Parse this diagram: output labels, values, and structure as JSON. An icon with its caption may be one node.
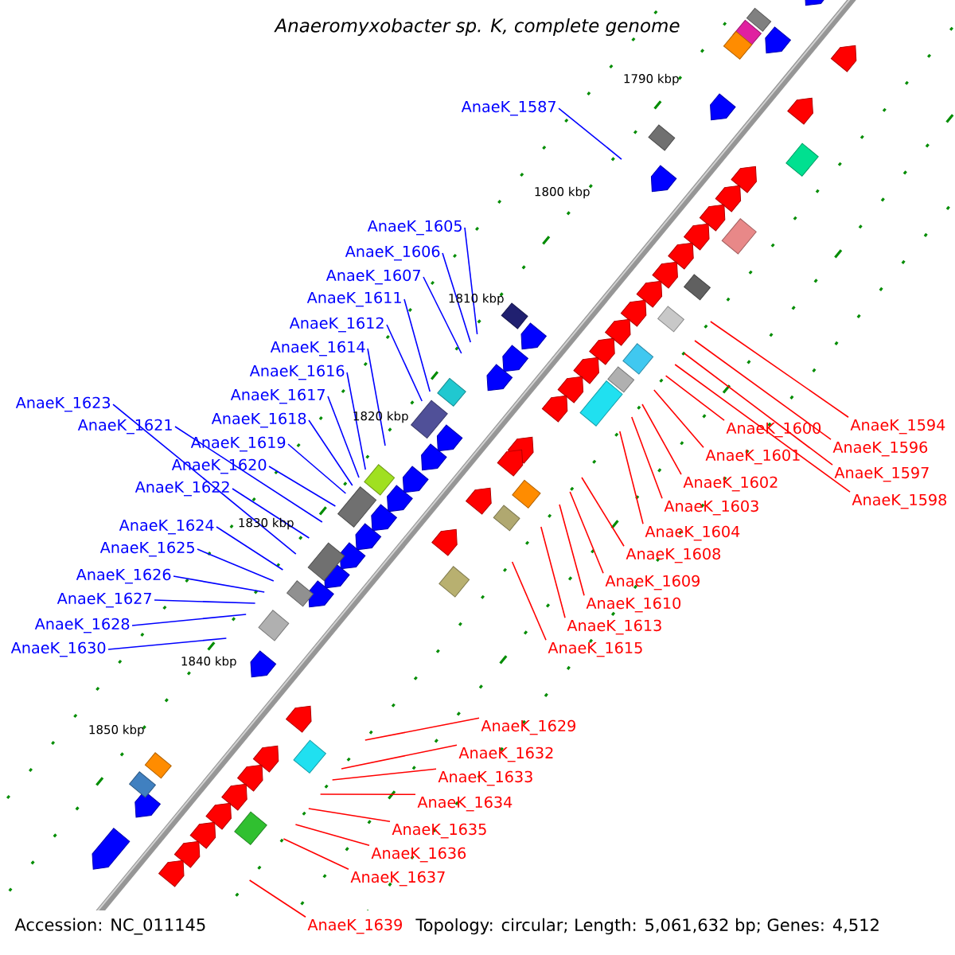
{
  "diagram": {
    "title": "Anaeromyxobacter sp. K, complete genome",
    "nodes": [
      {
        "text": [
          "AnaeK_1587"
        ]
      },
      {
        "text": [
          "AnaeK_1594"
        ]
      },
      {
        "text": [
          "AnaeK_1596"
        ]
      },
      {
        "text": [
          "AnaeK_1597"
        ]
      },
      {
        "text": [
          "AnaeK_1598"
        ]
      },
      {
        "text": [
          "AnaeK_1600"
        ]
      },
      {
        "text": [
          "AnaeK_1601"
        ]
      },
      {
        "text": [
          "AnaeK_1602"
        ]
      },
      {
        "text": [
          "AnaeK_1603"
        ]
      },
      {
        "text": [
          "AnaeK_1604"
        ]
      },
      {
        "text": [
          "AnaeK_1605"
        ]
      },
      {
        "text": [
          "AnaeK_1606"
        ]
      },
      {
        "text": [
          "AnaeK_1607"
        ]
      },
      {
        "text": [
          "AnaeK_1608"
        ]
      },
      {
        "text": [
          "AnaeK_1609"
        ]
      },
      {
        "text": [
          "AnaeK_1610"
        ]
      },
      {
        "text": [
          "AnaeK_1611"
        ]
      },
      {
        "text": [
          "AnaeK_1612"
        ]
      },
      {
        "text": [
          "AnaeK_1613"
        ]
      },
      {
        "text": [
          "AnaeK_1614"
        ]
      },
      {
        "text": [
          "AnaeK_1615"
        ]
      },
      {
        "text": [
          "AnaeK_1616"
        ]
      },
      {
        "text": [
          "AnaeK_1617"
        ]
      },
      {
        "text": [
          "AnaeK_1618"
        ]
      },
      {
        "text": [
          "AnaeK_1619"
        ]
      },
      {
        "text": [
          "AnaeK_1620"
        ]
      },
      {
        "text": [
          "AnaeK_1621"
        ]
      },
      {
        "text": [
          "AnaeK_1622"
        ]
      },
      {
        "text": [
          "AnaeK_1623"
        ]
      },
      {
        "text": [
          "AnaeK_1624"
        ]
      },
      {
        "text": [
          "AnaeK_1625"
        ]
      },
      {
        "text": [
          "AnaeK_1626"
        ]
      },
      {
        "text": [
          "AnaeK_1627"
        ]
      },
      {
        "text": [
          "AnaeK_1628"
        ]
      },
      {
        "text": [
          "AnaeK_1629"
        ]
      },
      {
        "text": [
          "AnaeK_1630"
        ]
      },
      {
        "text": [
          "AnaeK_1632"
        ]
      },
      {
        "text": [
          "AnaeK_1633"
        ]
      },
      {
        "text": [
          "AnaeK_1634"
        ]
      },
      {
        "text": [
          "AnaeK_1635"
        ]
      },
      {
        "text": [
          "AnaeK_1636"
        ]
      },
      {
        "text": [
          "AnaeK_1637"
        ]
      },
      {
        "text": [
          "AnaeK_1639"
        ]
      }
    ],
    "edges": [
      {
        "from": 0,
        "to": null,
        "arrow": "none",
        "color": "#0000ff"
      },
      {
        "from": 1,
        "to": null,
        "arrow": "none",
        "color": "#ff0000"
      },
      {
        "from": 2,
        "to": null,
        "arrow": "none",
        "color": "#ff0000"
      },
      {
        "from": 3,
        "to": null,
        "arrow": "none",
        "color": "#ff0000"
      },
      {
        "from": 4,
        "to": null,
        "arrow": "none",
        "color": "#ff0000"
      },
      {
        "from": 5,
        "to": null,
        "arrow": "none",
        "color": "#ff0000"
      },
      {
        "from": 6,
        "to": null,
        "arrow": "none",
        "color": "#ff0000"
      },
      {
        "from": 7,
        "to": null,
        "arrow": "none",
        "color": "#ff0000"
      },
      {
        "from": 8,
        "to": null,
        "arrow": "none",
        "color": "#ff0000"
      },
      {
        "from": 9,
        "to": null,
        "arrow": "none",
        "color": "#ff0000"
      },
      {
        "from": 10,
        "to": null,
        "arrow": "none",
        "color": "#0000ff"
      },
      {
        "from": 11,
        "to": null,
        "arrow": "none",
        "color": "#0000ff"
      },
      {
        "from": 12,
        "to": null,
        "arrow": "none",
        "color": "#0000ff"
      },
      {
        "from": 13,
        "to": null,
        "arrow": "none",
        "color": "#ff0000"
      },
      {
        "from": 14,
        "to": null,
        "arrow": "none",
        "color": "#ff0000"
      },
      {
        "from": 15,
        "to": null,
        "arrow": "none",
        "color": "#ff0000"
      },
      {
        "from": 16,
        "to": null,
        "arrow": "none",
        "color": "#0000ff"
      },
      {
        "from": 17,
        "to": null,
        "arrow": "none",
        "color": "#0000ff"
      },
      {
        "from": 18,
        "to": null,
        "arrow": "none",
        "color": "#ff0000"
      },
      {
        "from": 19,
        "to": null,
        "arrow": "none",
        "color": "#0000ff"
      },
      {
        "from": 20,
        "to": null,
        "arrow": "none",
        "color": "#ff0000"
      },
      {
        "from": 21,
        "to": null,
        "arrow": "none",
        "color": "#0000ff"
      },
      {
        "from": 22,
        "to": null,
        "arrow": "none",
        "color": "#0000ff"
      },
      {
        "from": 23,
        "to": null,
        "arrow": "none",
        "color": "#0000ff"
      },
      {
        "from": 24,
        "to": null,
        "arrow": "none",
        "color": "#0000ff"
      },
      {
        "from": 25,
        "to": null,
        "arrow": "none",
        "color": "#0000ff"
      },
      {
        "from": 26,
        "to": null,
        "arrow": "none",
        "color": "#0000ff"
      },
      {
        "from": 27,
        "to": null,
        "arrow": "none",
        "color": "#0000ff"
      },
      {
        "from": 28,
        "to": null,
        "arrow": "none",
        "color": "#0000ff"
      },
      {
        "from": 29,
        "to": null,
        "arrow": "none",
        "color": "#0000ff"
      },
      {
        "from": 30,
        "to": null,
        "arrow": "none",
        "color": "#0000ff"
      },
      {
        "from": 31,
        "to": null,
        "arrow": "none",
        "color": "#0000ff"
      },
      {
        "from": 32,
        "to": null,
        "arrow": "none",
        "color": "#0000ff"
      },
      {
        "from": 33,
        "to": null,
        "arrow": "none",
        "color": "#0000ff"
      },
      {
        "from": 34,
        "to": null,
        "arrow": "none",
        "color": "#ff0000"
      },
      {
        "from": 35,
        "to": null,
        "arrow": "none",
        "color": "#0000ff"
      },
      {
        "from": 36,
        "to": null,
        "arrow": "none",
        "color": "#ff0000"
      },
      {
        "from": 37,
        "to": null,
        "arrow": "none",
        "color": "#ff0000"
      },
      {
        "from": 38,
        "to": null,
        "arrow": "none",
        "color": "#ff0000"
      },
      {
        "from": 39,
        "to": null,
        "arrow": "none",
        "color": "#ff0000"
      },
      {
        "from": 40,
        "to": null,
        "arrow": "none",
        "color": "#ff0000"
      },
      {
        "from": 41,
        "to": null,
        "arrow": "none",
        "color": "#ff0000"
      },
      {
        "from": 42,
        "to": null,
        "arrow": "none",
        "color": "#ff0000"
      }
    ],
    "labels": [
      "1790 kbp",
      "1800 kbp",
      "1810 kbp",
      "1820 kbp",
      "1830 kbp",
      "1840 kbp",
      "1850 kbp",
      "Accession: NC_011145",
      "Topology: circular; Length: 5,061,632 bp; Genes: 4,512"
    ]
  }
}
